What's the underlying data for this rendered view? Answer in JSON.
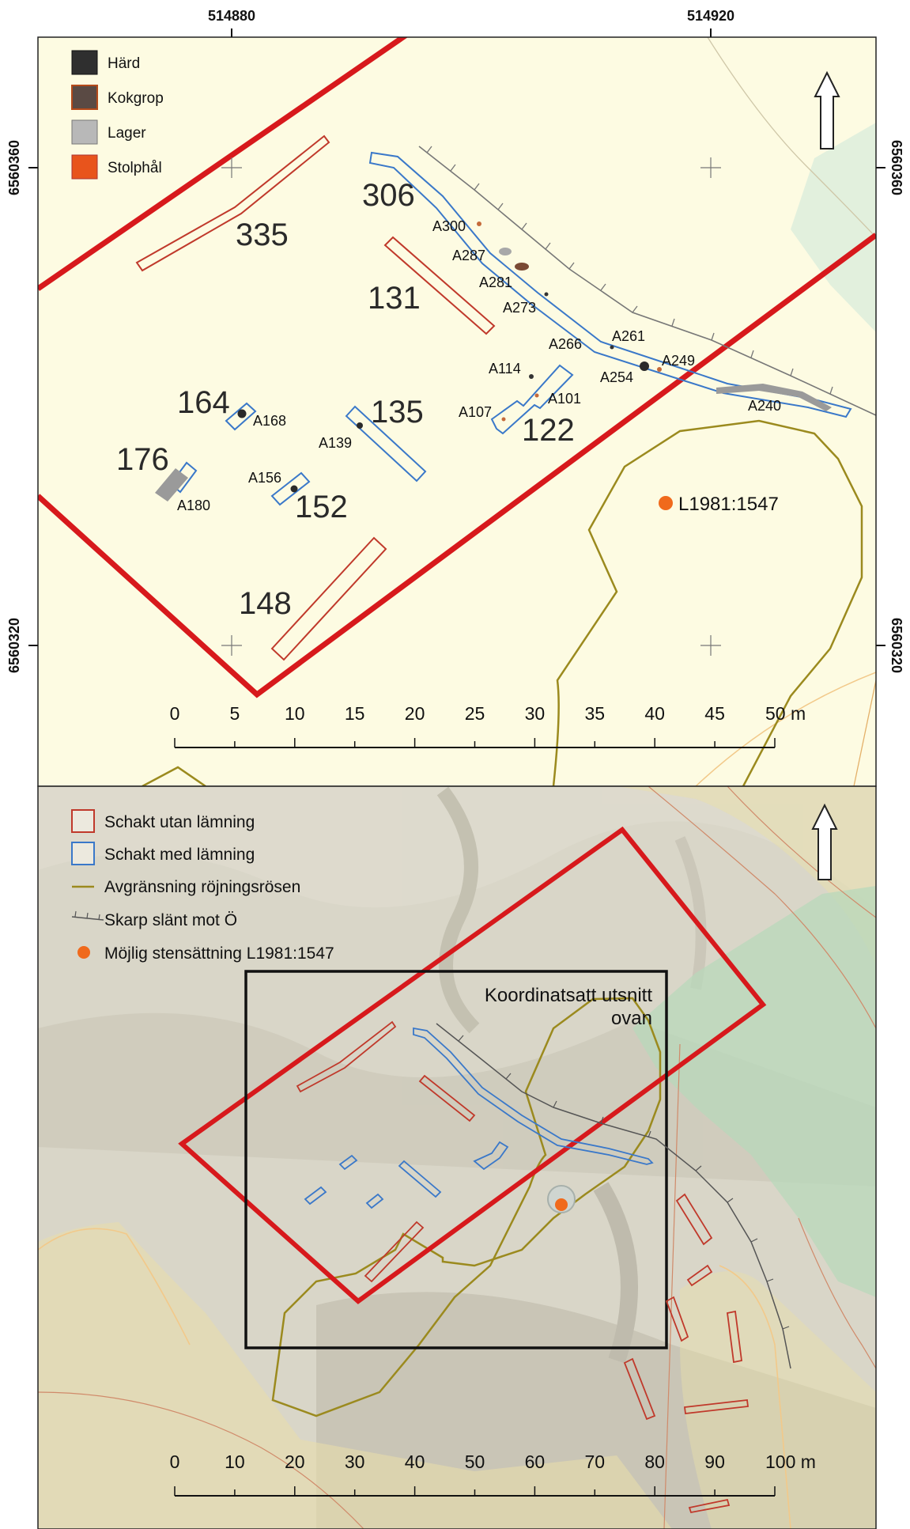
{
  "coordinates": {
    "x_top": [
      "514880",
      "514920"
    ],
    "y_left": [
      "6560360",
      "6560320"
    ],
    "y_right": [
      "6560360",
      "6560320"
    ]
  },
  "legend_top": [
    {
      "label": "Härd",
      "color": "#333333"
    },
    {
      "label": "Kokgrop",
      "color": "#5a4a44"
    },
    {
      "label": "Lager",
      "color": "#b3b3b3"
    },
    {
      "label": "Stolphål",
      "color": "#e8541c"
    }
  ],
  "legend_bottom": {
    "schakt_utan": "Schakt utan lämning",
    "schakt_med": "Schakt med lämning",
    "avgransning": "Avgränsning röjningsrösen",
    "slant": "Skarp slänt mot Ö",
    "stensattning": "Möjlig stensättning L1981:1547"
  },
  "trenches": [
    "306",
    "335",
    "131",
    "164",
    "135",
    "122",
    "176",
    "152",
    "148"
  ],
  "features": [
    "A300",
    "A287",
    "A281",
    "A273",
    "A266",
    "A261",
    "A249",
    "A254",
    "A240",
    "A114",
    "A101",
    "A107",
    "A168",
    "A139",
    "A156",
    "A180"
  ],
  "site_label": "L1981:1547",
  "scale_top": {
    "ticks": [
      "0",
      "5",
      "10",
      "15",
      "20",
      "25",
      "30",
      "35",
      "40",
      "45",
      "50 m"
    ]
  },
  "scale_bottom": {
    "ticks": [
      "0",
      "10",
      "20",
      "30",
      "40",
      "50",
      "60",
      "70",
      "80",
      "90",
      "100 m"
    ]
  },
  "inset_label": [
    "Koordinatsatt utsnitt",
    "ovan"
  ],
  "colors": {
    "boundary": "#d7191c",
    "trench_without": "#c0392b",
    "trench_with": "#3a78c9",
    "cairn_boundary": "#9b8a1e",
    "top_background": "#fdfbe2",
    "bottom_background": "#d9d6c8",
    "green_area": "#cfe8d1"
  }
}
